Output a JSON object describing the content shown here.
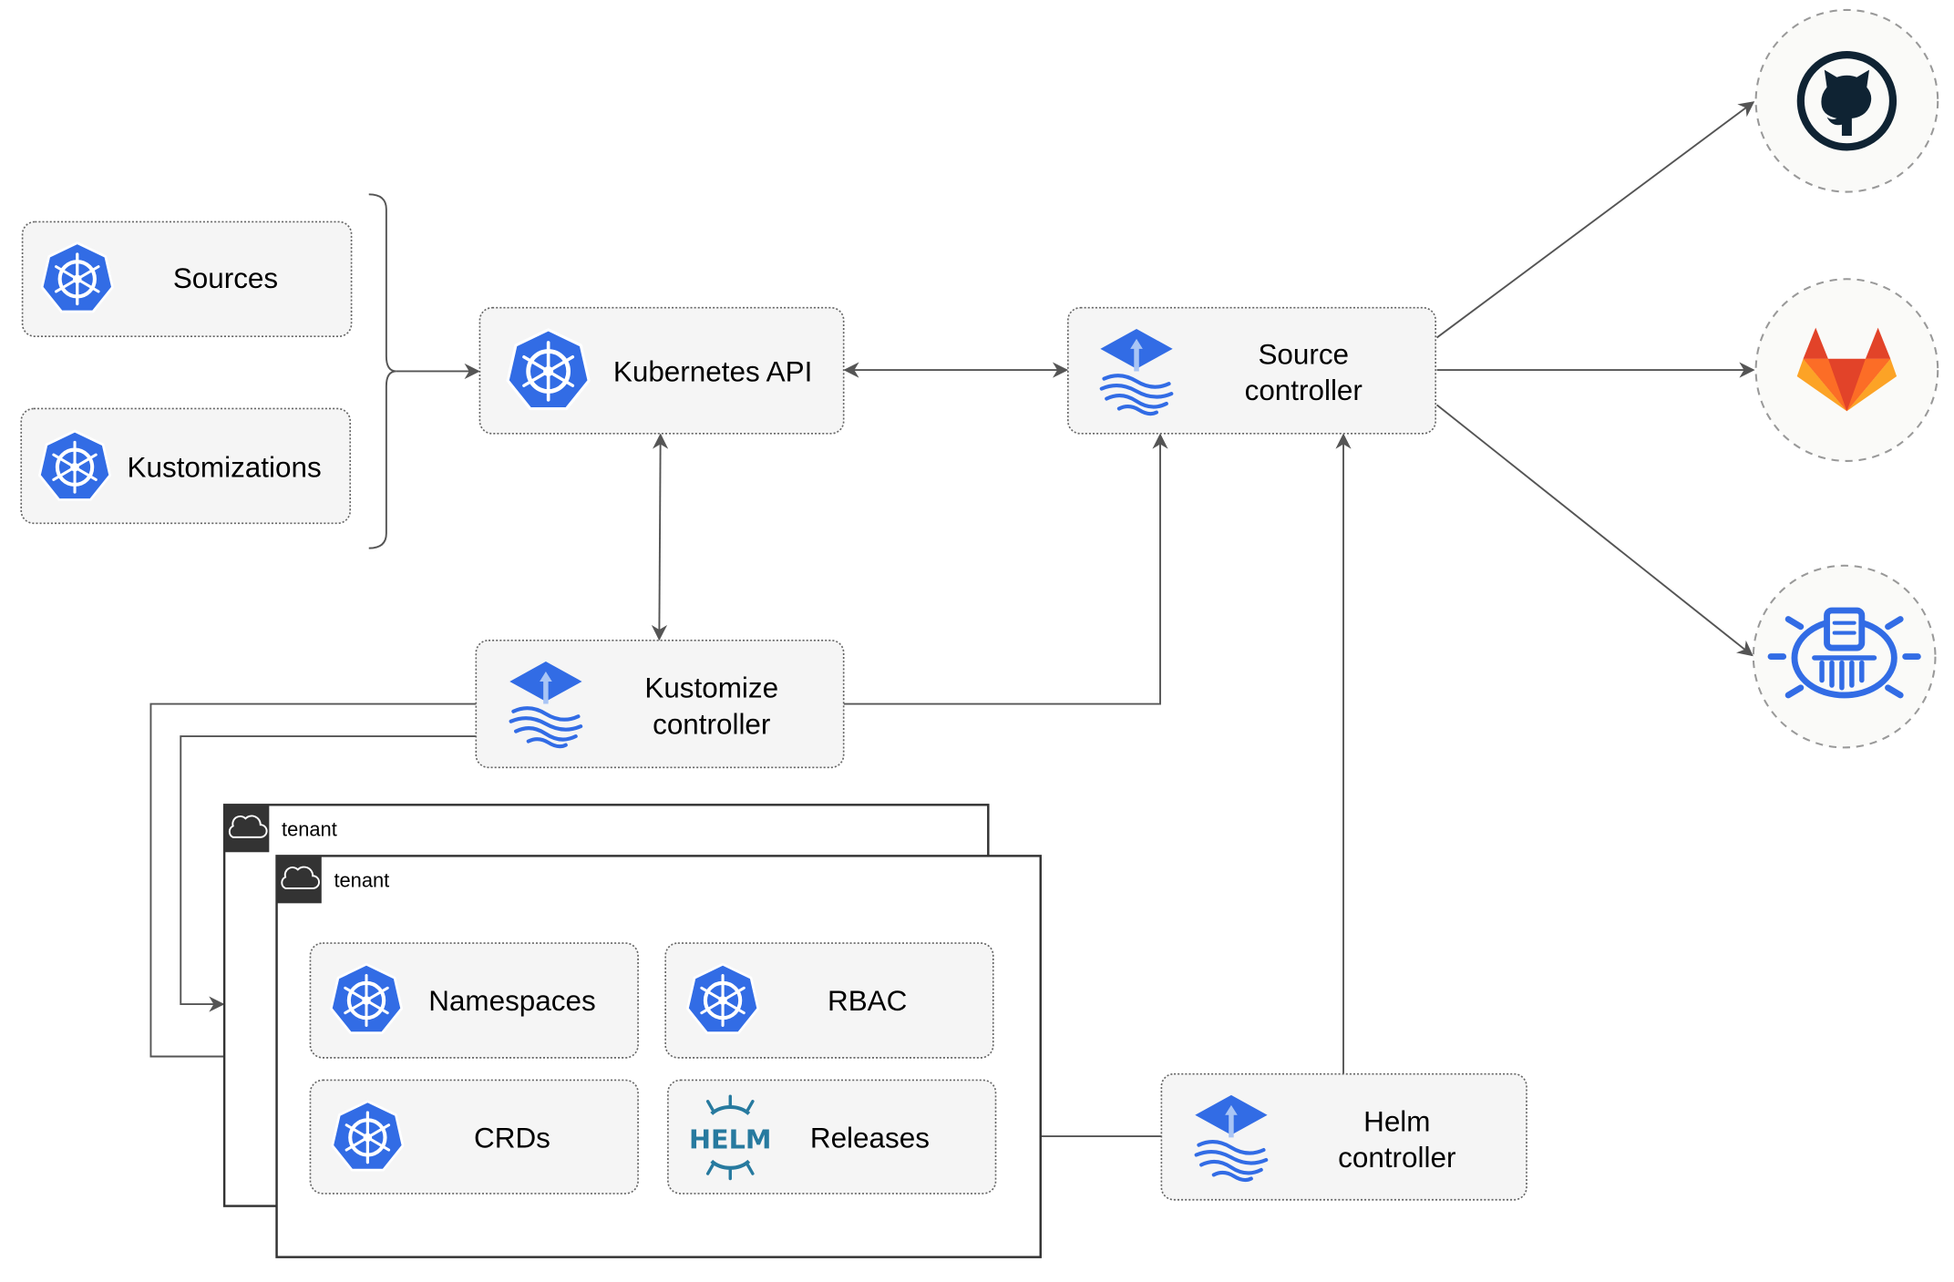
{
  "diagram": {
    "nodes": {
      "sources": {
        "label": "Sources",
        "icon": "kubernetes-icon"
      },
      "kustomizations": {
        "label": "Kustomizations",
        "icon": "kubernetes-icon"
      },
      "kubernetes_api": {
        "label": "Kubernetes API",
        "icon": "kubernetes-icon"
      },
      "source_controller": {
        "line1": "Source",
        "line2": "controller",
        "icon": "flux-icon"
      },
      "kustomize_controller": {
        "line1": "Kustomize",
        "line2": "controller",
        "icon": "flux-icon"
      },
      "helm_controller": {
        "line1": "Helm",
        "line2": "controller",
        "icon": "flux-icon"
      },
      "namespaces": {
        "label": "Namespaces",
        "icon": "kubernetes-icon"
      },
      "rbac": {
        "label": "RBAC",
        "icon": "kubernetes-icon"
      },
      "crds": {
        "label": "CRDs",
        "icon": "kubernetes-icon"
      },
      "releases": {
        "label": "Releases",
        "icon": "helm-icon",
        "logo_text": "HELM"
      }
    },
    "tenants": [
      {
        "label": "tenant",
        "icon": "cloud-icon"
      },
      {
        "label": "tenant",
        "icon": "cloud-icon"
      }
    ],
    "external_sources": [
      {
        "icon": "github-icon"
      },
      {
        "icon": "gitlab-icon"
      },
      {
        "icon": "bucket-icon"
      }
    ],
    "colors": {
      "kubernetes_blue": "#326ce5",
      "helm_teal": "#277a9f",
      "github_dark": "#0f2333",
      "gitlab_orange": "#e24329",
      "gitlab_yellow": "#fca326",
      "box_fill": "#f5f5f5",
      "edge": "#555555"
    }
  }
}
